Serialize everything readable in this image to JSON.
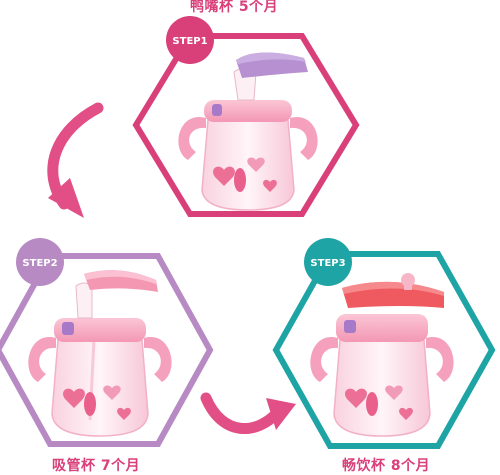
{
  "colors": {
    "background": "#ffffff",
    "step1": "#d9407a",
    "step2": "#b78ac4",
    "step3": "#1fa4a5",
    "caption": "#d9407a",
    "cup_body": "#fbe4ec",
    "cup_pink": "#f7a9c3",
    "lid_purple": "#b690d1",
    "lid_red": "#ee5a5f",
    "arrow": "#e24f86"
  },
  "steps": [
    {
      "badge": "STEP1",
      "caption": "鸭嘴杯  5个月",
      "lid": "purple-lid",
      "spout": "duckbill-spout"
    },
    {
      "badge": "STEP2",
      "caption": "吸管杯  7个月",
      "lid": "pink-lid",
      "spout": "straw"
    },
    {
      "badge": "STEP3",
      "caption": "畅饮杯  8个月",
      "lid": "red-lid",
      "spout": "cup-rim"
    }
  ],
  "icons": [
    "curved-arrow-icon",
    "hexagon-frame-icon",
    "sippy-cup-image"
  ]
}
